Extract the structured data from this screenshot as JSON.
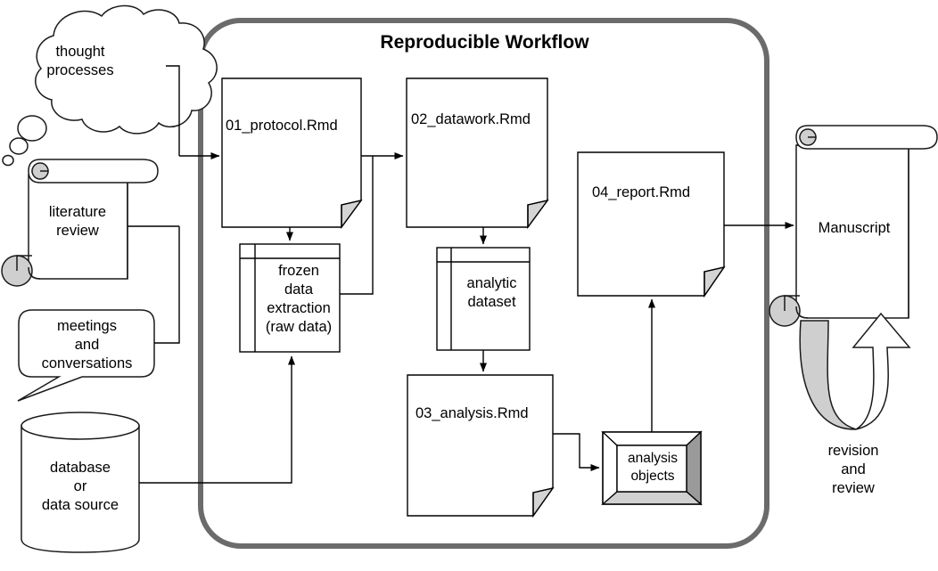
{
  "diagram": {
    "title": "Reproducible Workflow",
    "container_border_color": "#6b6b6b",
    "shape_stroke_color": "#000000",
    "fold_fill_color": "#d4d4d4",
    "bevel_dark_color": "#9a9a9a",
    "bevel_light_color": "#d0d0d0"
  },
  "inputs": [
    {
      "id": "thought-processes",
      "label": "thought\nprocesses",
      "shape": "cloud"
    },
    {
      "id": "literature-review",
      "label": "literature\nreview",
      "shape": "scroll"
    },
    {
      "id": "meetings-and-conversations",
      "label": "meetings\nand\nconversations",
      "shape": "speech-bubble"
    },
    {
      "id": "database-or-data-source",
      "label": "database\nor\ndata source",
      "shape": "cylinder"
    }
  ],
  "workflow": {
    "documents": [
      {
        "id": "protocol",
        "label": "01_protocol.Rmd",
        "shape": "document"
      },
      {
        "id": "datawork",
        "label": "02_datawork.Rmd",
        "shape": "document"
      },
      {
        "id": "analysis",
        "label": "03_analysis.Rmd",
        "shape": "document"
      },
      {
        "id": "report",
        "label": "04_report.Rmd",
        "shape": "document"
      }
    ],
    "datastores": [
      {
        "id": "frozen-data-extraction",
        "label": "frozen\ndata\nextraction\n(raw data)",
        "shape": "internal-storage"
      },
      {
        "id": "analytic-dataset",
        "label": "analytic\ndataset",
        "shape": "internal-storage"
      }
    ],
    "objects": [
      {
        "id": "analysis-objects",
        "label": "analysis\nobjects",
        "shape": "cube"
      }
    ]
  },
  "outputs": [
    {
      "id": "manuscript",
      "label": "Manuscript",
      "shape": "scroll"
    },
    {
      "id": "revision-and-review",
      "label": "revision\nand\nreview",
      "shape": "curved-arrow"
    }
  ]
}
